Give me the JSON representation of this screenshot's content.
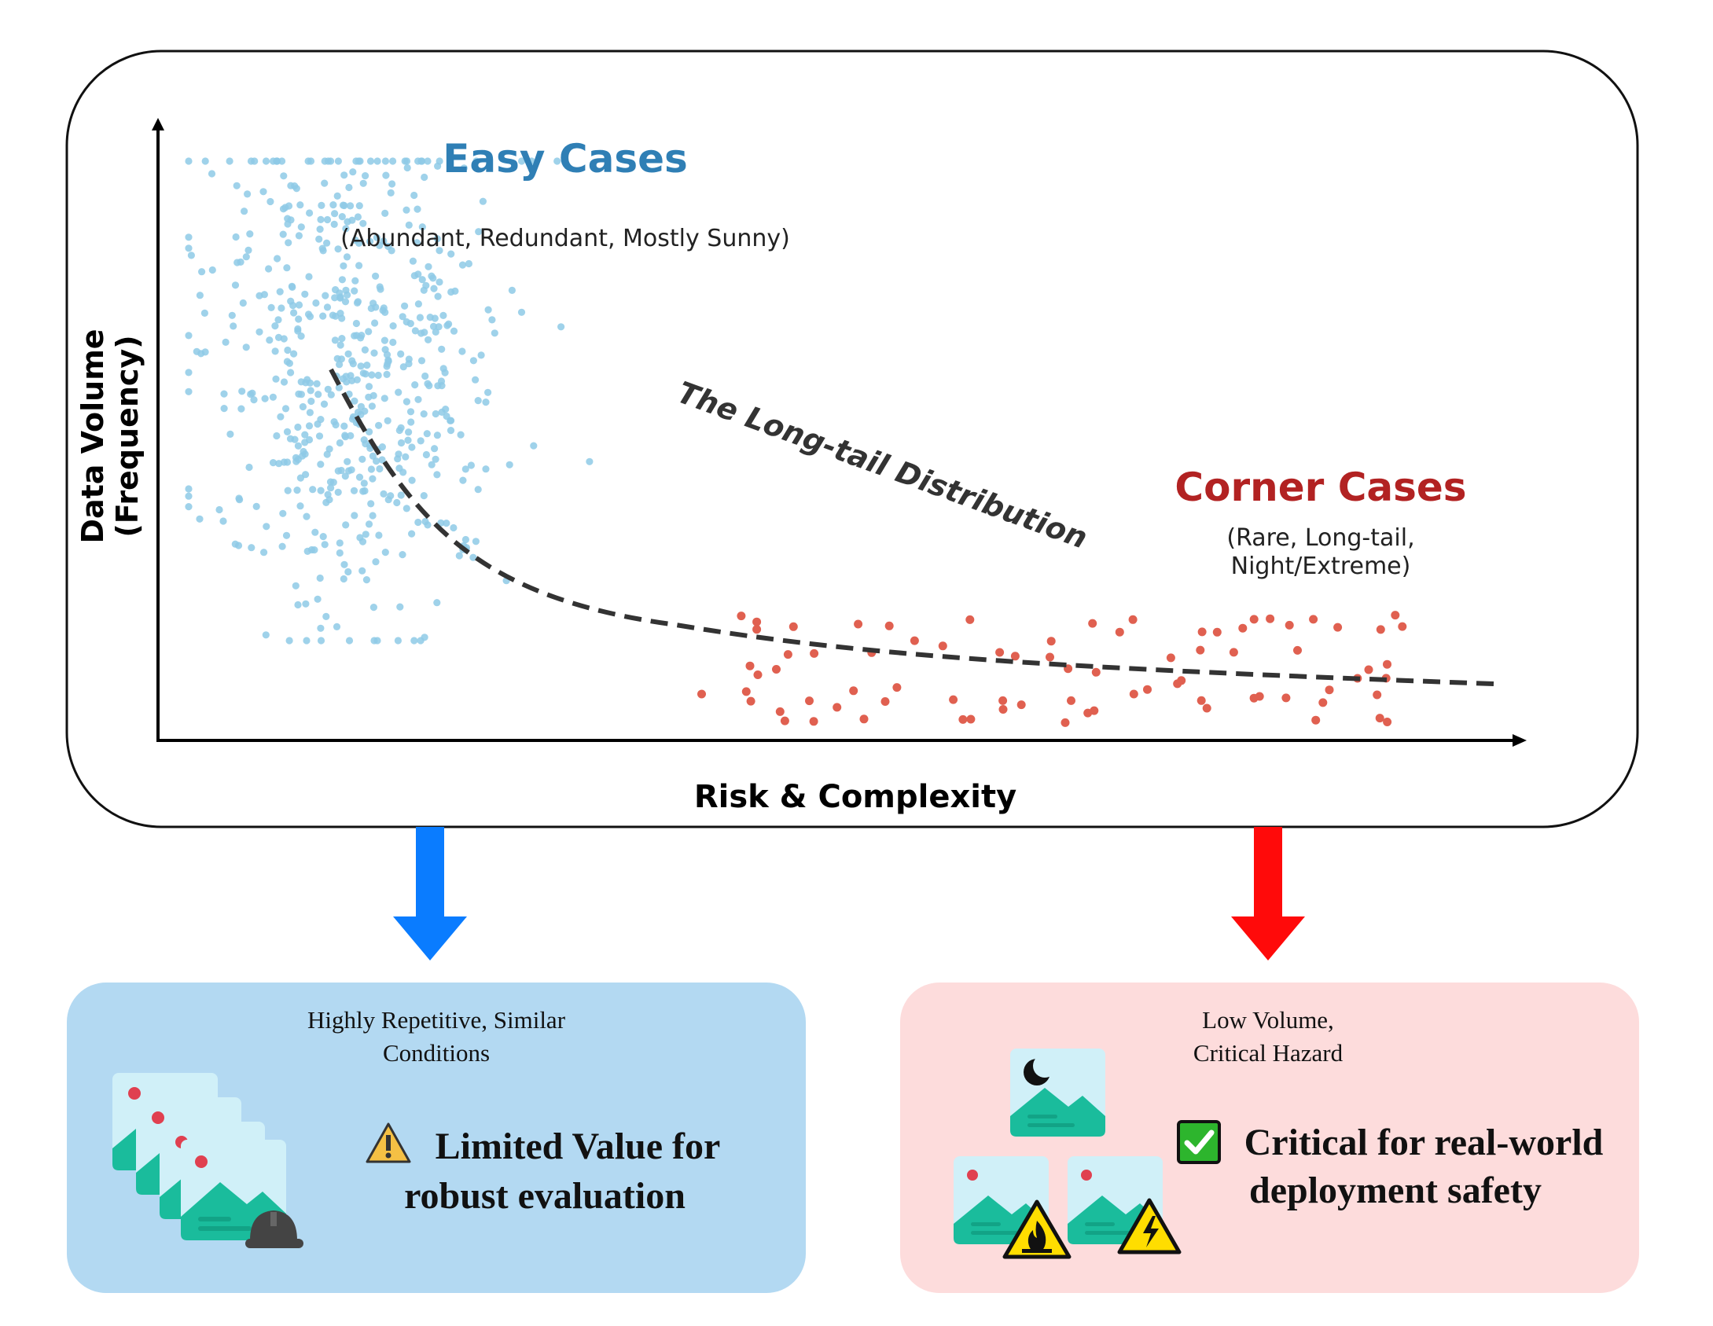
{
  "chart": {
    "y_axis_label_line1": "Data Volume",
    "y_axis_label_line2": "(Frequency)",
    "x_axis_label": "Risk & Complexity",
    "curve_label": "The Long-tail Distribution",
    "easy": {
      "title": "Easy Cases",
      "subtitle": "(Abundant, Redundant, Mostly Sunny)",
      "color": "#8ecae6",
      "title_color": "#2f7fb5"
    },
    "corner": {
      "title": "Corner Cases",
      "subtitle_line1": "(Rare, Long-tail,",
      "subtitle_line2": "Night/Extreme)",
      "color": "#e06050",
      "title_color": "#b22222"
    }
  },
  "arrows": {
    "left_color": "#0a7cff",
    "right_color": "#ff0a0a"
  },
  "panels": {
    "left": {
      "caption_line1": "Highly Repetitive, Similar",
      "caption_line2": "Conditions",
      "verdict_line1": "Limited Value for",
      "verdict_line2": "robust evaluation",
      "verdict_icon": "warning-icon",
      "background": "#b3d9f2"
    },
    "right": {
      "caption_line1": "Low Volume,",
      "caption_line2": "Critical Hazard",
      "verdict_line1": "Critical for real-world",
      "verdict_line2": "deployment safety",
      "verdict_icon": "check-icon",
      "background": "#fddcdc"
    }
  },
  "icons": {
    "left_stack": [
      "image-icon",
      "image-icon",
      "image-icon",
      "image-icon",
      "hard-hat-icon"
    ],
    "right_group": [
      "night-image-icon",
      "fire-hazard-image-icon",
      "electric-hazard-image-icon"
    ]
  }
}
